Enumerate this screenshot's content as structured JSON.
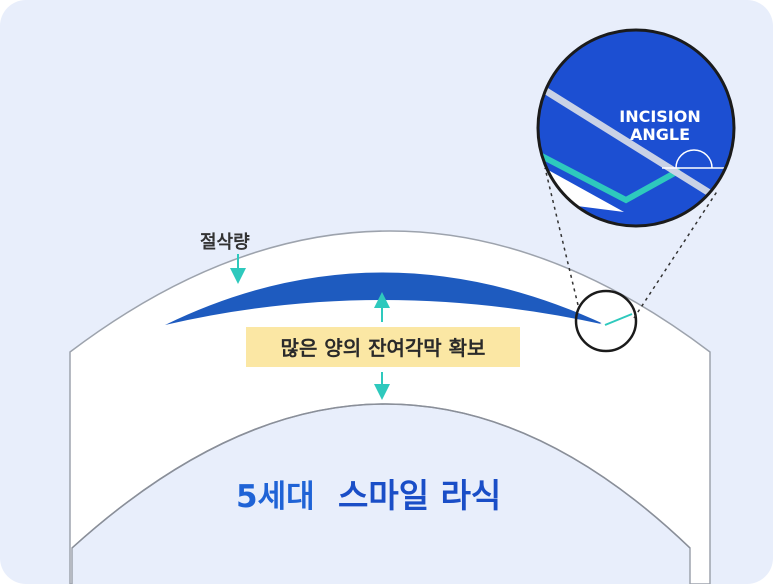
{
  "labels": {
    "cut_amount": "절삭량",
    "residual_cornea": "많은 양의 잔여각막 확보",
    "incision_line1": "INCISION",
    "incision_line2": "ANGLE",
    "title_part1": "5세대",
    "title_part2": "스마일 라식"
  },
  "colors": {
    "background_panel": "#e8eefb",
    "cornea_fill": "#ffffff",
    "lenticule": "#1e5bbf",
    "accent_cyan": "#2ec9bd",
    "highlight_box": "#fbe7a4",
    "inset_fill": "#1c4fd2",
    "title_blue": "#1f63d6"
  }
}
